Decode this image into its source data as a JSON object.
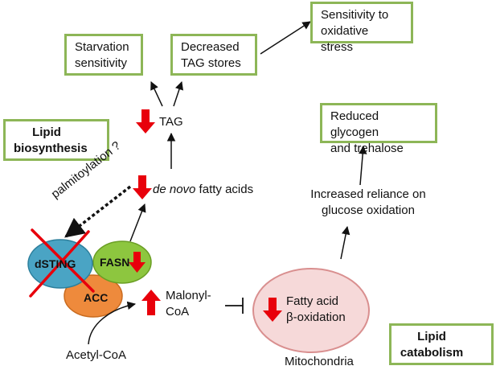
{
  "colors": {
    "box_border": "#8db657",
    "arrow_red": "#e8000b",
    "dsting_fill": "#4aa4c4",
    "fasn_fill": "#8dc63f",
    "acc_fill": "#ee8a3c",
    "mito_fill": "#f6d9d9",
    "mito_stroke": "#d98f8f"
  },
  "boxes": {
    "starvation": {
      "line1": "Starvation",
      "line2": "sensitivity"
    },
    "tag_stores": {
      "line1": "Decreased",
      "line2": "TAG stores"
    },
    "oxidative": {
      "line1": "Sensitivity to",
      "line2": "oxidative stress"
    },
    "lipid_biosynthesis": {
      "line1": "Lipid",
      "line2": "biosynthesis"
    },
    "glycogen": {
      "line1": "Reduced glycogen",
      "line2": "and trehalose"
    },
    "lipid_catabolism": {
      "line1": "Lipid",
      "line2": "catabolism"
    }
  },
  "labels": {
    "tag": "TAG",
    "de_novo_italic": "de novo",
    "fatty_acids": " fatty acids",
    "palmitoylation": "palmitoylation ?",
    "reliance_line1": "Increased reliance on",
    "reliance_line2": "glucose oxidation",
    "malonyl_line1": "Malonyl-",
    "malonyl_line2": "CoA",
    "acetyl_coa": "Acetyl-CoA",
    "fatty_acid": "Fatty acid",
    "beta_oxidation": "β-oxidation",
    "mitochondria": "Mitochondria"
  },
  "proteins": {
    "dsting": "dSTING",
    "fasn": "FASN",
    "acc": "ACC"
  },
  "icons": [
    "red-down-arrow",
    "red-up-arrow",
    "red-cross",
    "inhibition-bar-arrow"
  ]
}
